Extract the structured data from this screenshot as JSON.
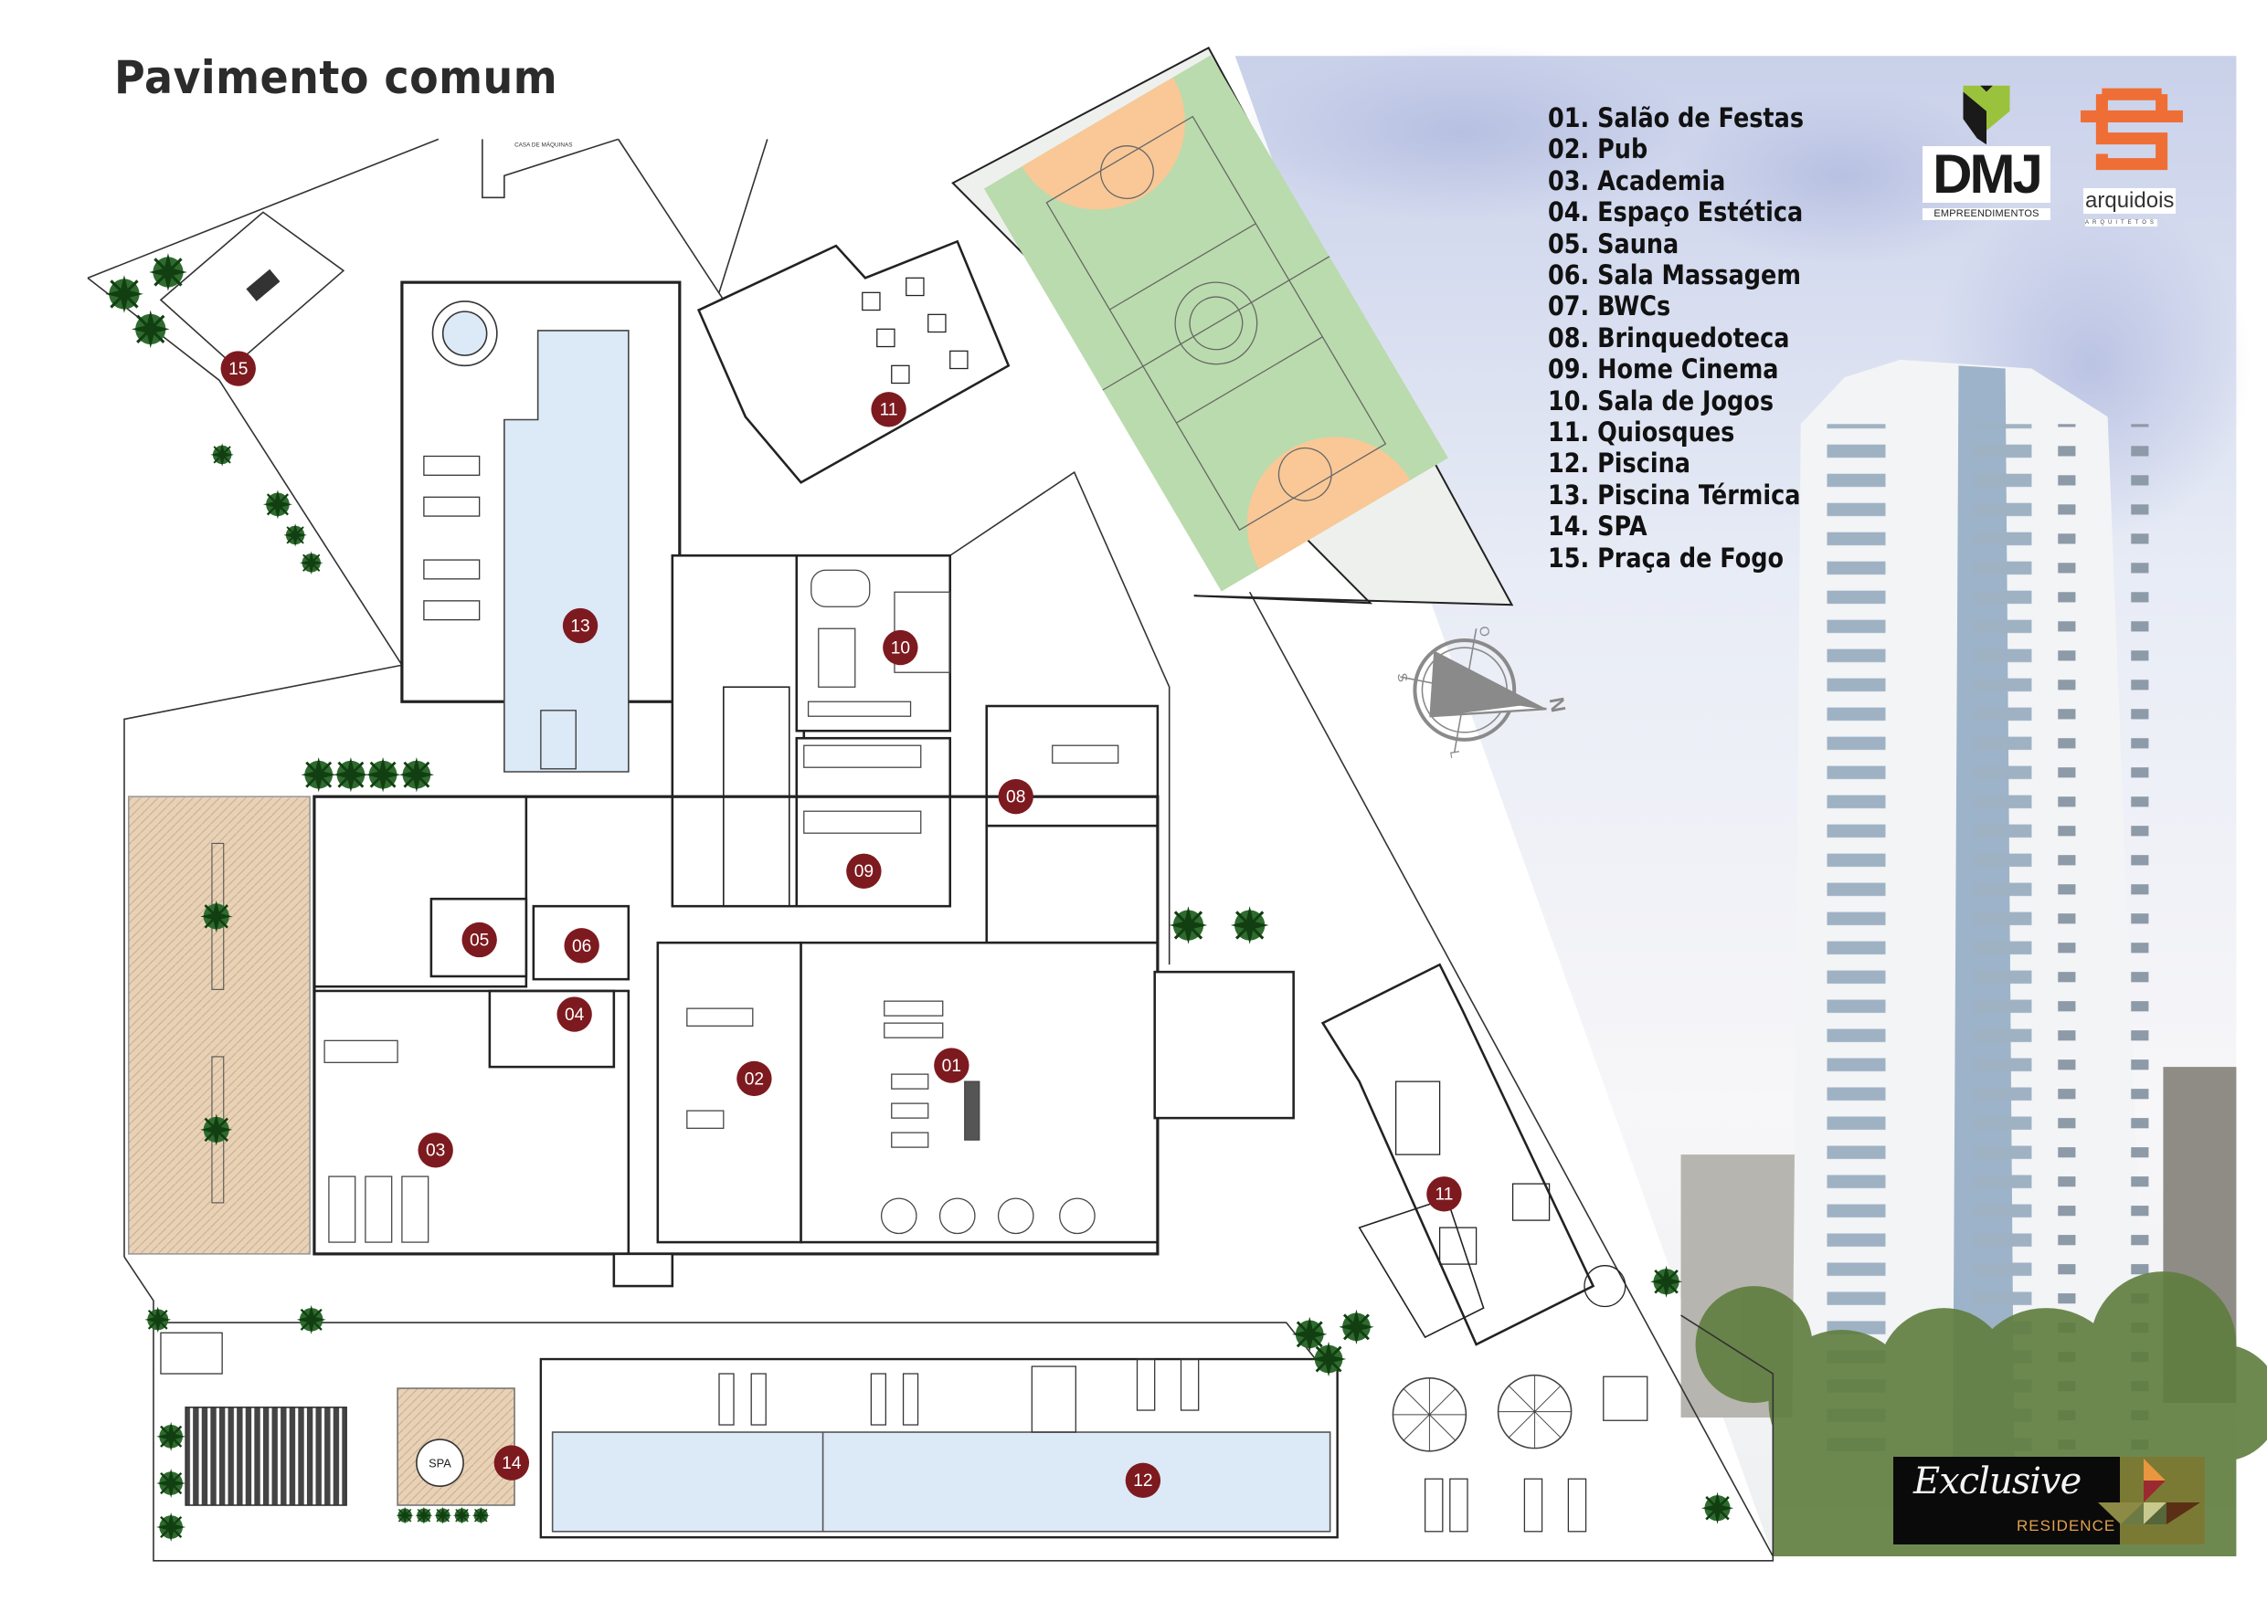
{
  "title": "Pavimento comum",
  "legend": [
    "01. Salão de Festas",
    "02. Pub",
    "03. Academia",
    "04. Espaço Estética",
    "05. Sauna",
    "06. Sala Massagem",
    "07. BWCs",
    "08. Brinquedoteca",
    "09. Home Cinema",
    "10. Sala de Jogos",
    "11. Quiosques",
    "12. Piscina",
    "13. Piscina Térmica",
    "14. SPA",
    "15. Praça de Fogo"
  ],
  "plan": {
    "markers": [
      "15",
      "13",
      "11",
      "10",
      "08",
      "09",
      "05",
      "06",
      "04",
      "02",
      "01",
      "03",
      "11",
      "14",
      "12"
    ],
    "casa_maquinas": "CASA DE MÁQUINAS",
    "spa_label": "SPA"
  },
  "compass": {
    "north": "N",
    "south": "S",
    "east": "L",
    "west": "O"
  },
  "logos": {
    "dmj": "DMJ",
    "dmj_sub": "EMPREENDIMENTOS",
    "arq": "arquidois",
    "arq_sub": "ARQUITETOS",
    "exclusive": "Exclusive",
    "residence": "RESIDENCE"
  },
  "colors": {
    "marker": "#7d1a1f",
    "court_green": "#badbad",
    "court_orange": "#f9c896",
    "pool": "#dce9f7",
    "deck": "#e6cfb4",
    "tree": "#1f5a1f",
    "dmj_green": "#9bc23c",
    "arq_orange": "#ef6e35"
  }
}
